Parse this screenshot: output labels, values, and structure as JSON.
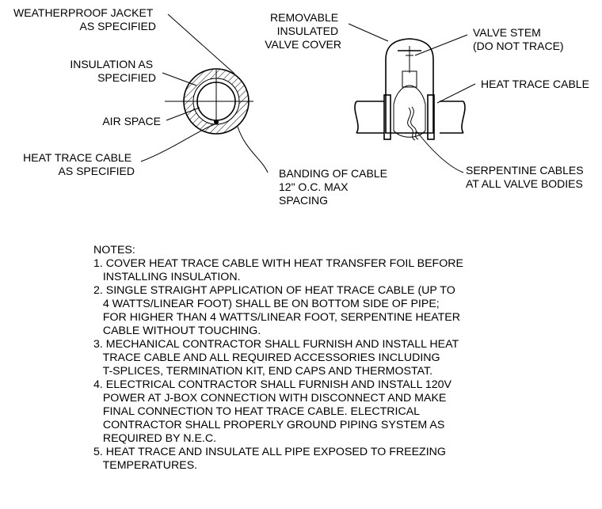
{
  "labels": {
    "weatherproof_jacket": [
      "WEATHERPROOF JACKET",
      "AS SPECIFIED"
    ],
    "insulation": [
      "INSULATION AS",
      "SPECIFIED"
    ],
    "air_space": [
      "AIR SPACE"
    ],
    "heat_trace_cable_left": [
      "HEAT TRACE CABLE",
      "AS SPECIFIED"
    ],
    "banding": [
      "BANDING OF CABLE",
      "12\" O.C. MAX",
      "SPACING"
    ],
    "removable_cover": [
      "REMOVABLE",
      "INSULATED",
      "VALVE COVER"
    ],
    "valve_stem": [
      "VALVE STEM",
      "(DO NOT TRACE)"
    ],
    "heat_trace_cable_right": [
      "HEAT TRACE CABLE"
    ],
    "serpentine": [
      "SERPENTINE CABLES",
      "AT ALL VALVE BODIES"
    ]
  },
  "notes": [
    "NOTES:",
    "1. COVER HEAT TRACE CABLE WITH HEAT TRANSFER FOIL BEFORE",
    "   INSTALLING INSULATION.",
    "2. SINGLE STRAIGHT APPLICATION OF HEAT TRACE CABLE (UP TO",
    "   4 WATTS/LINEAR FOOT) SHALL BE ON BOTTOM SIDE OF PIPE;",
    "   FOR HIGHER THAN 4 WATTS/LINEAR FOOT, SERPENTINE HEATER",
    "   CABLE WITHOUT TOUCHING.",
    "3. MECHANICAL CONTRACTOR SHALL FURNISH AND INSTALL HEAT",
    "   TRACE CABLE AND ALL REQUIRED ACCESSORIES INCLUDING",
    "   T-SPLICES, TERMINATION KIT, END CAPS AND THERMOSTAT.",
    "4. ELECTRICAL CONTRACTOR SHALL FURNISH AND INSTALL 120V",
    "   POWER AT J-BOX CONNECTION WITH DISCONNECT AND MAKE",
    "   FINAL CONNECTION TO HEAT TRACE CABLE. ELECTRICAL",
    "   CONTRACTOR SHALL PROPERLY GROUND PIPING SYSTEM AS",
    "   REQUIRED BY N.E.C.",
    "5. HEAT TRACE AND INSULATE ALL PIPE EXPOSED TO FREEZING",
    "   TEMPERATURES."
  ]
}
